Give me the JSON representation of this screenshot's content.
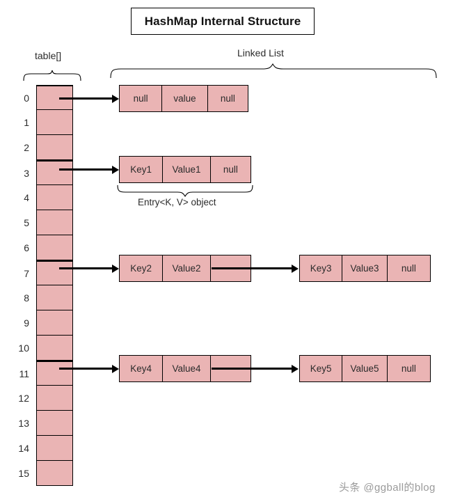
{
  "title": "HashMap Internal Structure",
  "captions": {
    "table_label": "table[]",
    "linked_list_label": "Linked List",
    "entry_label": "Entry<K, V> object"
  },
  "colors": {
    "cell_fill": "#eab4b4",
    "border": "#000000",
    "background": "#ffffff",
    "text": "#2b2b2b",
    "watermark": "#9a9a9a"
  },
  "table": {
    "size": 16,
    "indices": [
      "0",
      "1",
      "2",
      "3",
      "4",
      "5",
      "6",
      "7",
      "8",
      "9",
      "10",
      "11",
      "12",
      "13",
      "14",
      "15"
    ],
    "occupied_indices": [
      "0",
      "3",
      "7",
      "11"
    ]
  },
  "nodes": {
    "bucket0": {
      "head": {
        "key": "null",
        "value": "value",
        "next": "null"
      }
    },
    "bucket3": {
      "head": {
        "key": "Key1",
        "value": "Value1",
        "next": "null"
      }
    },
    "bucket7": {
      "head": {
        "key": "Key2",
        "value": "Value2",
        "next": ""
      },
      "second": {
        "key": "Key3",
        "value": "Value3",
        "next": "null"
      }
    },
    "bucket11": {
      "head": {
        "key": "Key4",
        "value": "Value4",
        "next": ""
      },
      "second": {
        "key": "Key5",
        "value": "Value5",
        "next": "null"
      }
    }
  },
  "watermark": "头条 @ggball的blog"
}
